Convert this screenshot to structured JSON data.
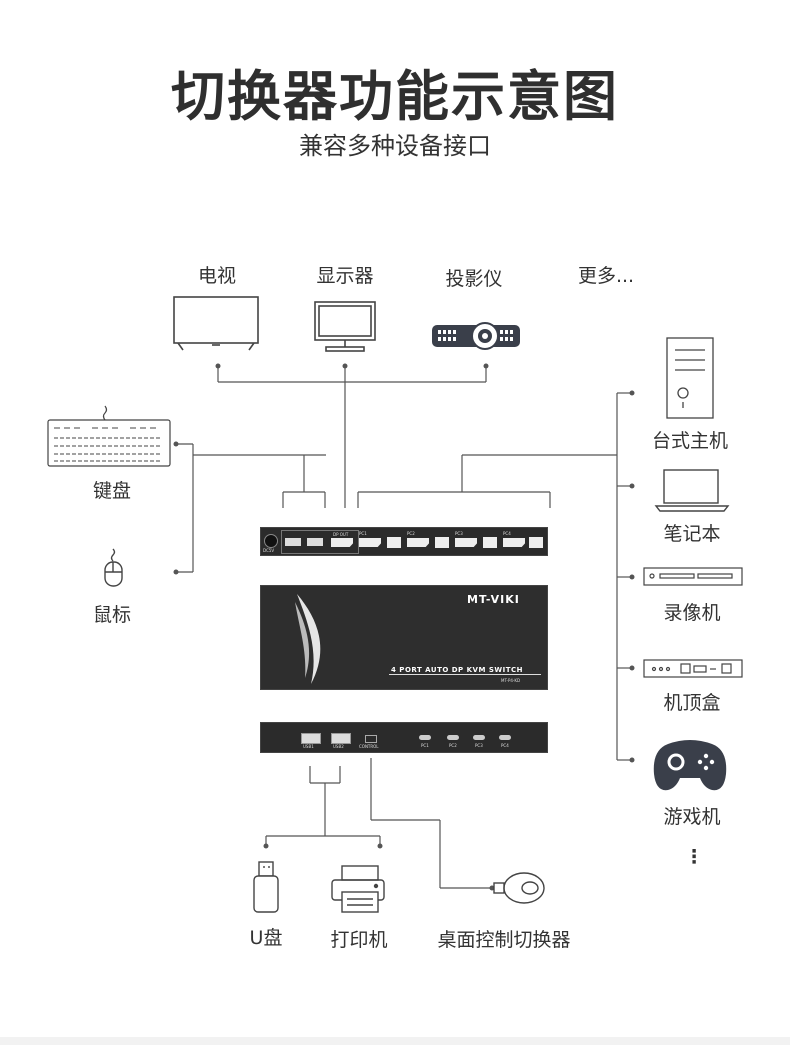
{
  "header": {
    "title": "切换器功能示意图",
    "subtitle": "兼容多种设备接口"
  },
  "top_devices": {
    "tv": "电视",
    "monitor": "显示器",
    "projector": "投影仪",
    "more": "更多..."
  },
  "left_devices": {
    "keyboard": "键盘",
    "mouse": "鼠标"
  },
  "right_devices": {
    "desktop": "台式主机",
    "laptop": "笔记本",
    "recorder": "录像机",
    "settop": "机顶盒",
    "gamepad": "游戏机",
    "more": "⋮"
  },
  "bottom_devices": {
    "usb_disk": "U盘",
    "printer": "打印机",
    "controller": "桌面控制切换器"
  },
  "kvm": {
    "brand": "MT-VIKI",
    "model": "4 PORT AUTO DP KVM SWITCH",
    "model_code": "MT-P4-KD",
    "rear_ports": [
      "DC5V",
      "DP OUT",
      "PC1",
      "PC2",
      "PC3",
      "PC4"
    ],
    "front_ports": [
      "USB1",
      "USB2",
      "CONTROL",
      "PC1",
      "PC2",
      "PC3",
      "PC4"
    ]
  }
}
